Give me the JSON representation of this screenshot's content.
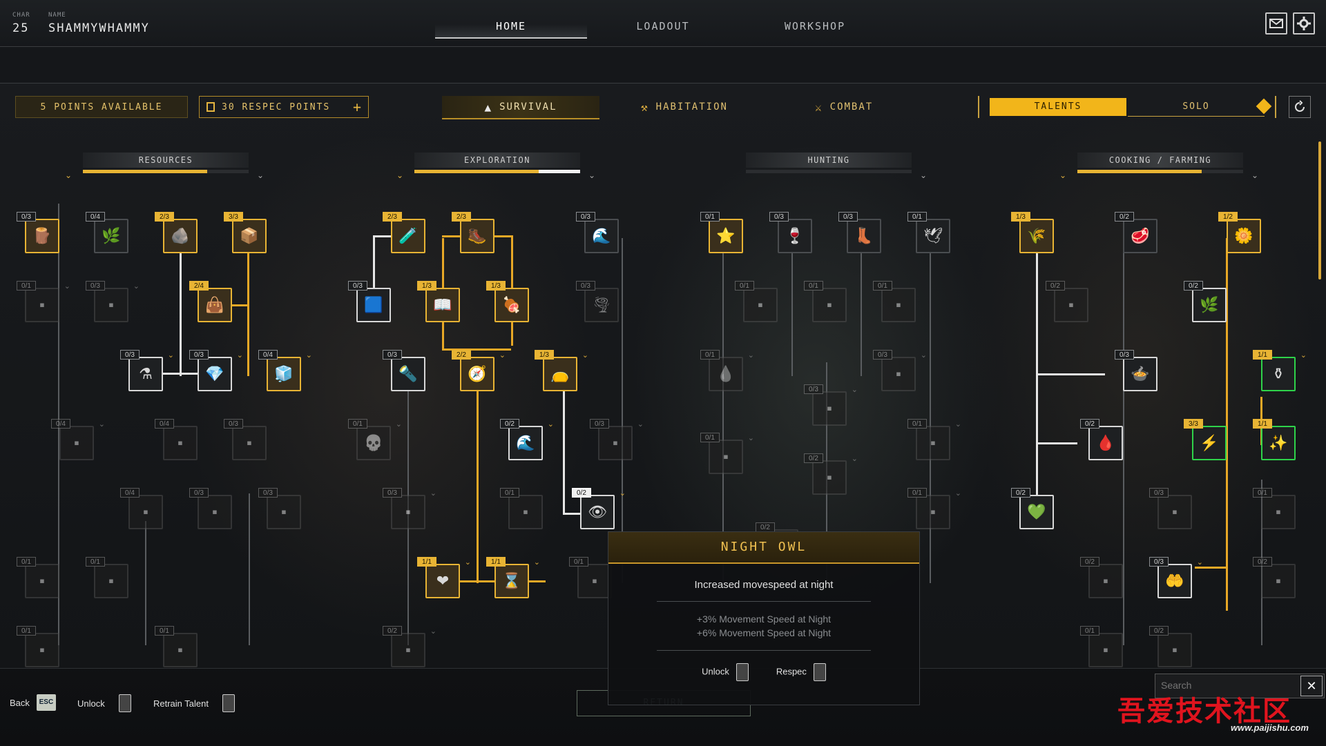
{
  "player": {
    "char_label": "CHAR",
    "char_value": "25",
    "name_label": "NAME",
    "name_value": "SHAMMYWHAMMY"
  },
  "nav": {
    "tabs": [
      "HOME",
      "LOADOUT",
      "WORKSHOP"
    ],
    "active": "HOME"
  },
  "toolbar": {
    "points": "5 POINTS AVAILABLE",
    "respec": "30 RESPEC POINTS",
    "plus": "+"
  },
  "categories": {
    "survival": "SURVIVAL",
    "habitation": "HABITATION",
    "combat": "COMBAT",
    "active": "SURVIVAL"
  },
  "mode_toggle": {
    "talents": "TALENTS",
    "solo": "SOLO",
    "active": "TALENTS"
  },
  "columns": {
    "resources": {
      "title": "RESOURCES",
      "progress": 0.75
    },
    "exploration": {
      "title": "EXPLORATION",
      "progress": 0.75,
      "secondary_progress": 0.25
    },
    "hunting": {
      "title": "HUNTING",
      "progress": 0
    },
    "cooking": {
      "title": "COOKING / FARMING",
      "progress": 0.75
    }
  },
  "badges": {
    "r1": "0/3",
    "r2": "0/4",
    "r3": "2/3",
    "r4": "3/3",
    "r5": "0/1",
    "r6": "0/3",
    "r7": "2/4",
    "r8": "0/3",
    "r9": "0/3",
    "r10": "0/4",
    "r11": "0/4",
    "r12": "0/4",
    "r13": "0/3",
    "r14": "0/4",
    "r15": "0/3",
    "r16": "0/3",
    "r17": "0/1",
    "r18": "0/1",
    "r19": "0/1",
    "r20": "0/1",
    "e1": "2/3",
    "e2": "2/3",
    "e3": "0/3",
    "e4": "0/3",
    "e5": "1/3",
    "e6": "1/3",
    "e7": "0/3",
    "e8": "0/3",
    "e9": "2/2",
    "e10": "1/3",
    "e11": "0/1",
    "e12": "0/2",
    "e13": "0/3",
    "e14": "0/3",
    "e15": "0/1",
    "e16": "0/2",
    "e17": "1/1",
    "e18": "1/1",
    "e19": "0/1",
    "e20": "0/2",
    "h1": "0/1",
    "h2": "0/3",
    "h3": "0/3",
    "h4": "0/1",
    "h5": "0/1",
    "h6": "0/1",
    "h7": "0/1",
    "h8": "0/1",
    "h9": "0/3",
    "h10": "0/3",
    "h11": "0/1",
    "h12": "0/1",
    "h13": "0/2",
    "h14": "0/1",
    "h15": "0/2",
    "c1": "1/3",
    "c2": "0/2",
    "c3": "1/2",
    "c4": "0/2",
    "c5": "0/2",
    "c6": "0/3",
    "c7": "1/1",
    "c8": "0/2",
    "c9": "3/3",
    "c10": "1/1",
    "c11": "0/2",
    "c12": "0/3",
    "c13": "0/1",
    "c14": "0/2",
    "c15": "0/3",
    "c16": "0/2",
    "c17": "0/1",
    "c18": "0/2"
  },
  "tooltip": {
    "title": "NIGHT OWL",
    "description": "Increased movespeed at night",
    "stat1": "+3% Movement Speed at Night",
    "stat2": "+6% Movement Speed at Night",
    "unlock": "Unlock",
    "respec": "Respec"
  },
  "bottom": {
    "back": "Back",
    "esc": "ESC",
    "unlock": "Unlock",
    "retrain": "Retrain Talent",
    "return": "RETURN",
    "search_placeholder": "Search"
  },
  "watermark": {
    "text": "吾爱技术社区",
    "url": "www.paijishu.com"
  },
  "colors": {
    "accent": "#e8b434",
    "active_path": "#e8a826",
    "unlocked_path": "#e6e6e6",
    "green": "#2ed34a"
  }
}
